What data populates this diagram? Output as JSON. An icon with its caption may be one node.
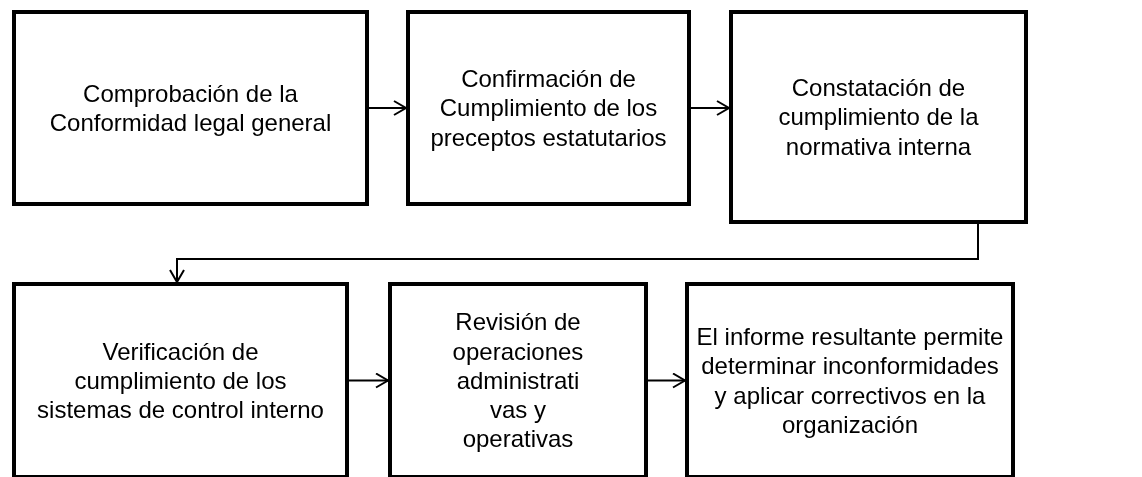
{
  "diagram": {
    "nodes": [
      {
        "text": [
          "Comprobación de la Conformidad legal general"
        ]
      },
      {
        "text": [
          "Confirmación de Cumplimiento de los preceptos estatutarios"
        ]
      },
      {
        "text": [
          "Constatación de cumplimiento de la normativa interna"
        ]
      },
      {
        "text": [
          "Verificación de cumplimiento de los sistemas de control interno"
        ]
      },
      {
        "text": [
          "Revisión de operaciones administrati vas y operativas"
        ]
      },
      {
        "text": [
          "El informe resultante permite determinar inconformidades y aplicar correctivos en la organización"
        ]
      }
    ],
    "edges": [
      {
        "from": 0,
        "to": 1,
        "arrow": "to"
      },
      {
        "from": 1,
        "to": 2,
        "arrow": "to"
      },
      {
        "from": 2,
        "to": 3,
        "arrow": "to"
      },
      {
        "from": 3,
        "to": 4,
        "arrow": "to"
      },
      {
        "from": 4,
        "to": 5,
        "arrow": "to"
      }
    ]
  }
}
